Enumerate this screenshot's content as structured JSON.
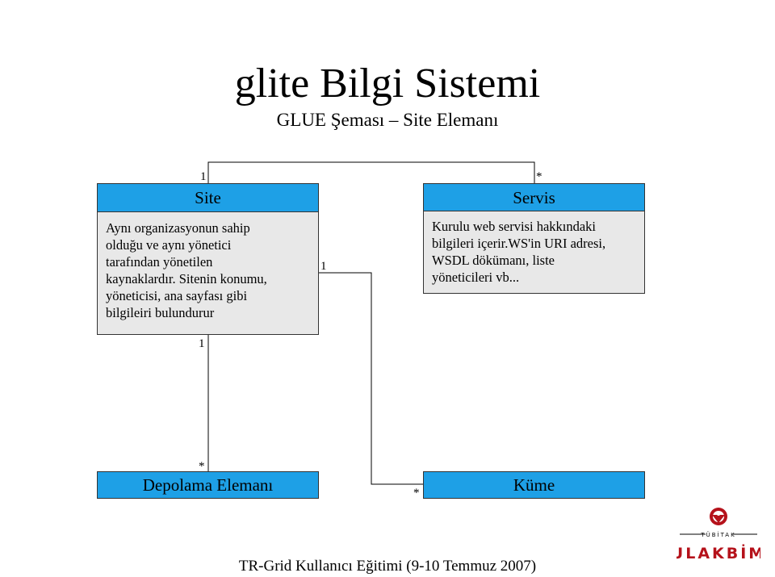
{
  "title": "glite Bilgi Sistemi",
  "subtitle": "GLUE Şeması – Site Elemanı",
  "site": {
    "header": "Site",
    "description": [
      "Aynı organizasyonun sahip",
      "olduğu ve aynı yönetici",
      "tarafından yönetilen",
      "kaynaklardır. Sitenin konumu,",
      "yöneticisi, ana sayfası gibi",
      "bilgileiri bulundurur"
    ]
  },
  "servis": {
    "header": "Servis",
    "description": [
      "Kurulu web servisi hakkındaki",
      "bilgileri içerir.WS'in URI adresi,",
      "WSDL dökümanı, liste",
      "yöneticileri vb..."
    ]
  },
  "depolama": {
    "header": "Depolama Elemanı"
  },
  "kume": {
    "header": "Küme"
  },
  "multiplicities": {
    "site_top": "1",
    "servis_top": "*",
    "site_right": "1",
    "site_bottom": "1",
    "depolama_top": "*",
    "kume_left": "*"
  },
  "footer": "TR-Grid Kullanıcı Eğitimi (9-10 Temmuz 2007)",
  "logo": {
    "top_text": "TÜBİTAK",
    "main_text": "ULAKBİM"
  },
  "colors": {
    "header_blue": "#1ea0e6",
    "body_gray": "#e8e8e8",
    "logo_red": "#b5121b"
  }
}
